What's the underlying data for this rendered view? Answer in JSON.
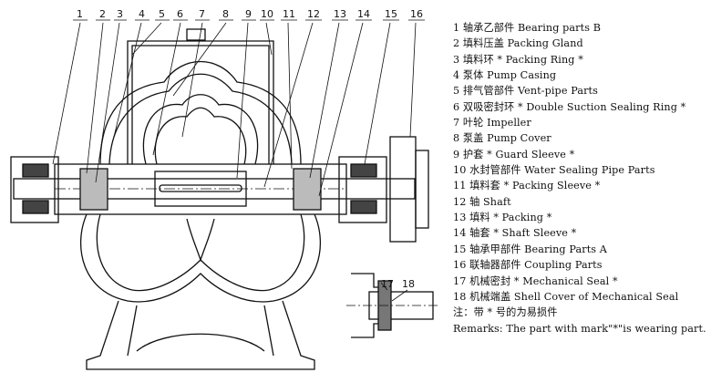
{
  "callouts": [
    "1",
    "2",
    "3",
    "4",
    "5",
    "6",
    "7",
    "8",
    "9",
    "10",
    "11",
    "12",
    "13",
    "14",
    "15",
    "16",
    "17",
    "18"
  ],
  "legend": [
    "1 轴承乙部件 Bearing parts B",
    "2 填料压盖 Packing Gland",
    "3 填料环 * Packing Ring *",
    "4 泵体 Pump Casing",
    "5 排气管部件 Vent-pipe Parts",
    "6 双吸密封环 * Double Suction Sealing Ring *",
    "7 叶轮 Impeller",
    "8 泵盖  Pump Cover",
    "9 护套 * Guard Sleeve *",
    "10 水封管部件 Water Sealing Pipe Parts",
    "11 填料套 * Packing Sleeve *",
    "12 轴 Shaft",
    "13 填料 * Packing *",
    "14 轴套 * Shaft Sleeve *",
    "15 轴承甲部件 Bearing Parts A",
    "16 联轴器部件 Coupling Parts",
    "17 机械密封 * Mechanical Seal *",
    "18 机械端盖 Shell Cover of Mechanical Seal",
    "注：带 * 号的为易损件",
    "Remarks: The part with mark\"*\"is wearing part."
  ]
}
